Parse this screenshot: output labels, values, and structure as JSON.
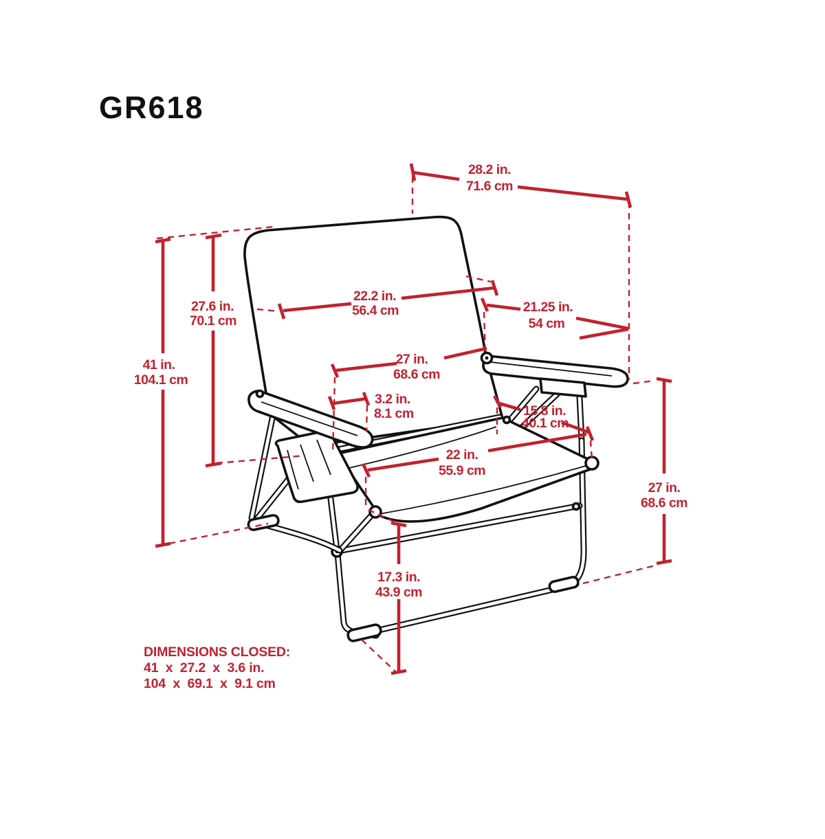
{
  "page": {
    "title": "GR618"
  },
  "palette": {
    "red": "#c2212f",
    "black": "#111111",
    "white": "#ffffff"
  },
  "dims": {
    "top_width": {
      "in": "28.2 in.",
      "cm": "71.6 cm"
    },
    "back_height": {
      "in": "27.6 in.",
      "cm": "70.1 cm"
    },
    "overall_height": {
      "in": "41 in.",
      "cm": "104.1 cm"
    },
    "back_width": {
      "in": "22.2 in.",
      "cm": "56.4 cm"
    },
    "depth_top": {
      "in": "21.25 in.",
      "cm": "54 cm"
    },
    "width_overall": {
      "in": "27 in.",
      "cm": "68.6 cm"
    },
    "armrest_width": {
      "in": "3.2 in.",
      "cm": "8.1 cm"
    },
    "seat_depth": {
      "in": "15.8 in.",
      "cm": "40.1 cm"
    },
    "seat_width": {
      "in": "22 in.",
      "cm": "55.9 cm"
    },
    "armrest_height": {
      "in": "27 in.",
      "cm": "68.6 cm"
    },
    "seat_height": {
      "in": "17.3 in.",
      "cm": "43.9 cm"
    }
  },
  "closed": {
    "heading": "DIMENSIONS CLOSED:",
    "line_in": "41  x  27.2  x  3.6 in.",
    "line_cm": "104  x  69.1  x  9.1 cm"
  }
}
